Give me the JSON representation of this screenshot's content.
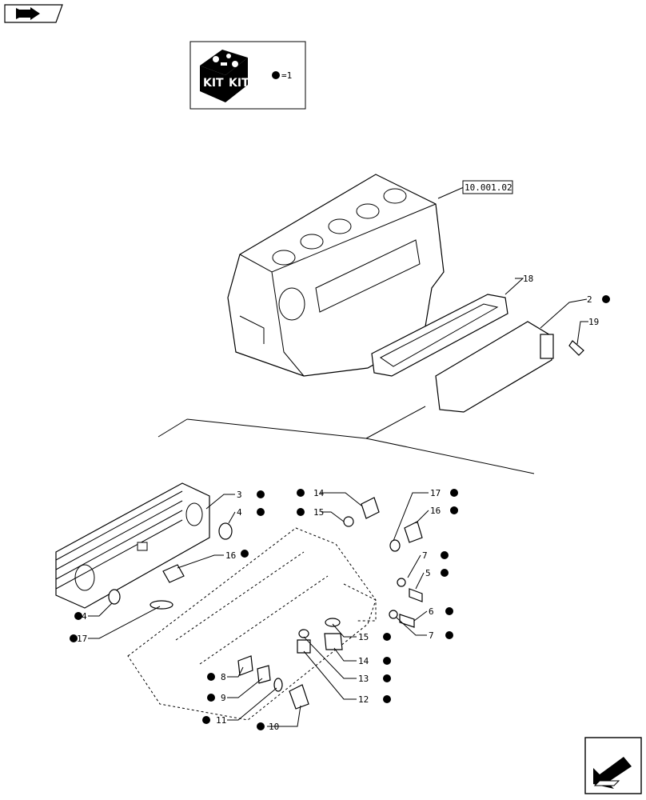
{
  "kit_legend": {
    "kit_word": "KIT",
    "equals_text": "=1"
  },
  "reference_label": "10.001.02",
  "callouts": [
    {
      "id": "2",
      "dot": true
    },
    {
      "id": "3",
      "dot": true
    },
    {
      "id": "4",
      "dot": true
    },
    {
      "id": "5",
      "dot": true
    },
    {
      "id": "6",
      "dot": true
    },
    {
      "id": "7",
      "dot": true
    },
    {
      "id": "8",
      "dot": true
    },
    {
      "id": "9",
      "dot": true
    },
    {
      "id": "10",
      "dot": true
    },
    {
      "id": "11",
      "dot": true
    },
    {
      "id": "12",
      "dot": true
    },
    {
      "id": "13",
      "dot": true
    },
    {
      "id": "14",
      "dot": true
    },
    {
      "id": "15",
      "dot": true
    },
    {
      "id": "16",
      "dot": true
    },
    {
      "id": "17",
      "dot": true
    },
    {
      "id": "18",
      "dot": false
    },
    {
      "id": "19",
      "dot": false
    }
  ],
  "icons": {
    "top_left": "book-arrow-icon",
    "kit": "kit-box-icon",
    "bottom_right": "next-page-arrow-icon"
  }
}
